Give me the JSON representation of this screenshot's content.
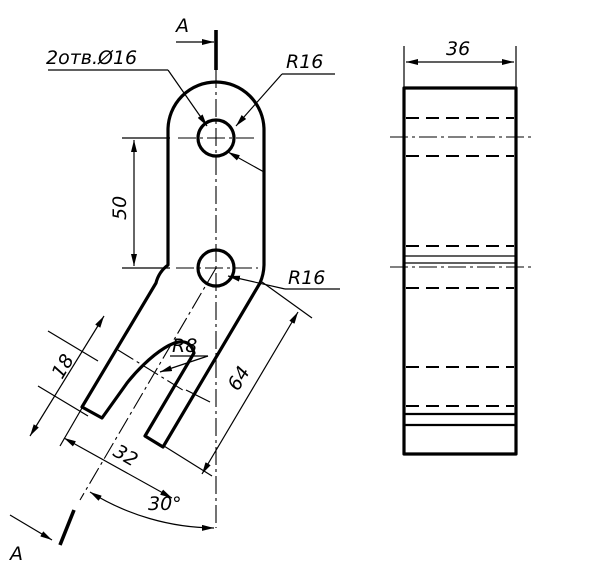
{
  "drawing": {
    "labels": {
      "section_top": "A",
      "section_bottom": "A",
      "holes": "2отв.Ø16",
      "radius_top": "R16",
      "radius_mid": "R16",
      "radius_slot": "R8",
      "dim_vertical": "50",
      "dim_slot_width": "18",
      "dim_slot_depth": "32",
      "dim_arm_length": "64",
      "dim_angle": "30°",
      "dim_thickness": "36"
    }
  }
}
